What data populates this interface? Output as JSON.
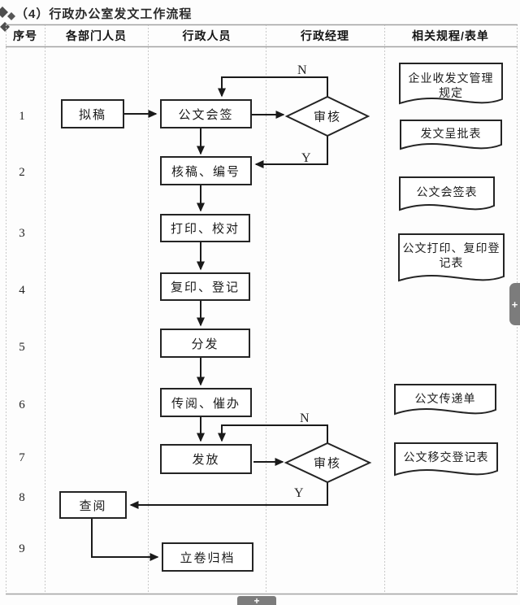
{
  "title": "（4）行政办公室发文工作流程",
  "columns": [
    "序号",
    "各部门人员",
    "行政人员",
    "行政经理",
    "相关规程/表单"
  ],
  "row_numbers": [
    "1",
    "2",
    "3",
    "4",
    "5",
    "6",
    "7",
    "8",
    "9"
  ],
  "steps": {
    "draft": "拟稿",
    "countersign": "公文会签",
    "review_number": "核稿、编号",
    "print_proof": "打印、校对",
    "copy_register": "复印、登记",
    "distribute": "分发",
    "circulate_urge": "传阅、催办",
    "issue": "发放",
    "consult": "查阅",
    "archive": "立卷归档"
  },
  "decisions": {
    "review1": "审核",
    "review2": "审核"
  },
  "branches": {
    "n1": "N",
    "y1": "Y",
    "n2": "N",
    "y2": "Y"
  },
  "documents": {
    "doc1": {
      "line1": "企业收发文管理",
      "line2": "规定"
    },
    "doc2": "发文呈批表",
    "doc3": "公文会签表",
    "doc4": {
      "line1": "公文打印、复印登",
      "line2": "记表"
    },
    "doc5": "公文传递单",
    "doc6": "公文移交登记表"
  },
  "controls": {
    "expand_right": "+",
    "expand_bottom": "+"
  },
  "colors": {
    "line": "#1a1a1a",
    "grid": "#c9c9c9",
    "tab_gray": "#7c7c7c"
  }
}
